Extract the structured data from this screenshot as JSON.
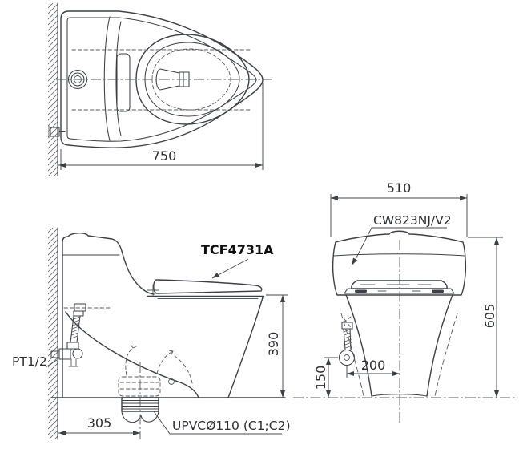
{
  "drawing": {
    "background": "#ffffff",
    "colors": {
      "outline": "#3d4045",
      "thin_line": "#55585d",
      "dimension_line": "#46494d",
      "text": "#2c2e31",
      "bold_label": "#0f0f0f"
    },
    "views": {
      "top": {
        "dim_depth": "750"
      },
      "side": {
        "seat_model": "TCF4731A",
        "inlet_label": "PT1/2",
        "drain_label": "UPVCØ110 (C1;C2)",
        "dim_seat_height": "390",
        "dim_outlet_offset": "305"
      },
      "front": {
        "body_model": "CW823NJ/V2",
        "dim_width": "510",
        "dim_height": "605",
        "dim_inlet_height": "150",
        "dim_inlet_offset": "200"
      }
    }
  }
}
